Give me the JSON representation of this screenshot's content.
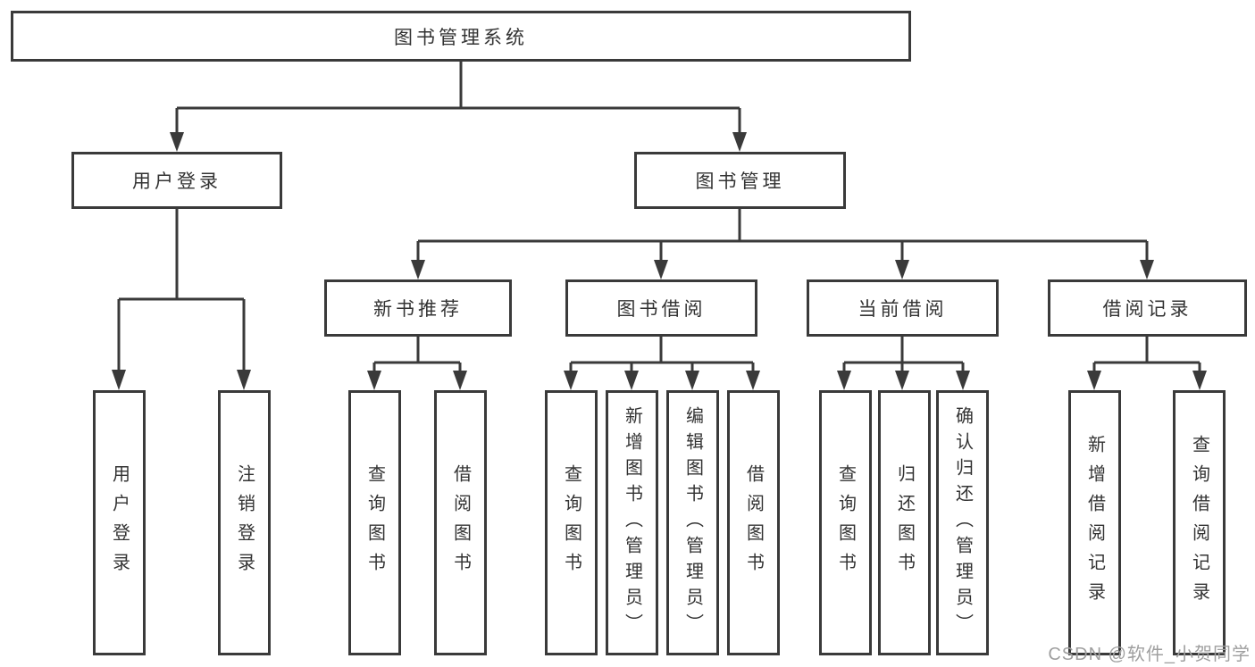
{
  "tree": {
    "label": "图书管理系统",
    "children": [
      {
        "label": "用户登录",
        "children": [
          {
            "label": "用户登录"
          },
          {
            "label": "注销登录"
          }
        ]
      },
      {
        "label": "图书管理",
        "children": [
          {
            "label": "新书推荐",
            "children": [
              {
                "label": "查询图书"
              },
              {
                "label": "借阅图书"
              }
            ]
          },
          {
            "label": "图书借阅",
            "children": [
              {
                "label": "查询图书"
              },
              {
                "label": "新增图书（管理员）"
              },
              {
                "label": "编辑图书（管理员）"
              },
              {
                "label": "借阅图书"
              }
            ]
          },
          {
            "label": "当前借阅",
            "children": [
              {
                "label": "查询图书"
              },
              {
                "label": "归还图书"
              },
              {
                "label": "确认归还（管理员）"
              }
            ]
          },
          {
            "label": "借阅记录",
            "children": [
              {
                "label": "新增借阅记录"
              },
              {
                "label": "查询借阅记录"
              }
            ]
          }
        ]
      }
    ]
  },
  "watermark": "CSDN @软件_小贺同学",
  "colors": {
    "line": "#3a3a3a",
    "text": "#333333",
    "watermark": "#9f9f9f",
    "background": "#ffffff"
  }
}
